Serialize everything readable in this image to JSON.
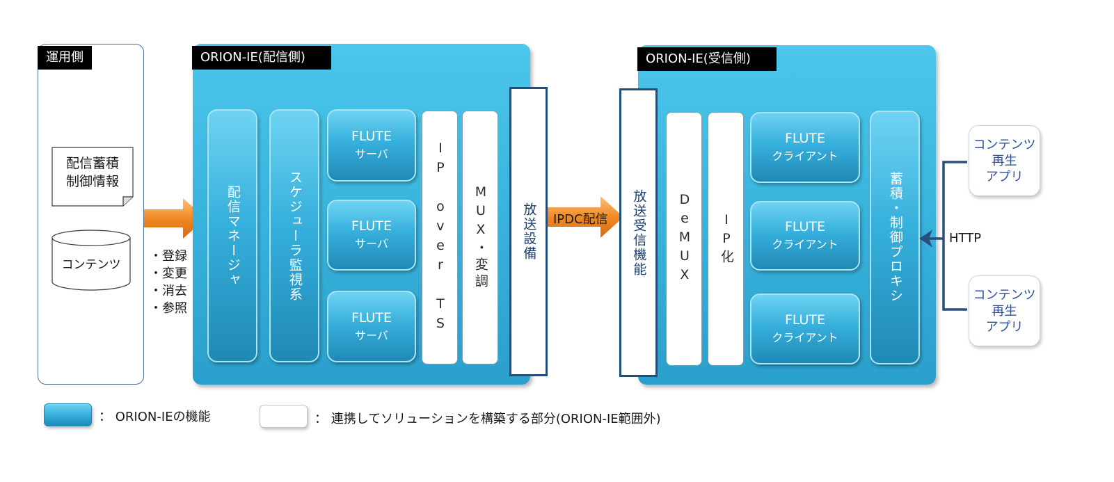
{
  "operator": {
    "title": "運用側",
    "doc_label": "配信蓄積\n制御情報",
    "content_label": "コンテンツ",
    "operations": [
      "・登録",
      "・変更",
      "・消去",
      "・参照"
    ]
  },
  "sender": {
    "title": "ORION-IE(配信側)",
    "distribution_manager": "配信マネージャ",
    "scheduler": "スケジューラ監視系",
    "flute_servers": [
      {
        "line1": "FLUTE",
        "line2": "サーバ"
      },
      {
        "line1": "FLUTE",
        "line2": "サーバ"
      },
      {
        "line1": "FLUTE",
        "line2": "サーバ"
      }
    ],
    "ip_over_ts": "IP over TS",
    "mux": "MUX・変調",
    "broadcast_equipment": "放送設備"
  },
  "link": {
    "ipdc_label": "IPDC配信",
    "http_label": "HTTP"
  },
  "receiver": {
    "title": "ORION-IE(受信側)",
    "broadcast_receiver": "放送受信機能",
    "demux": "DeMUX",
    "ip_conversion": "IP化",
    "flute_clients": [
      {
        "line1": "FLUTE",
        "line2": "クライアント"
      },
      {
        "line1": "FLUTE",
        "line2": "クライアント"
      },
      {
        "line1": "FLUTE",
        "line2": "クライアント"
      }
    ],
    "proxy": "蓄積・制御プロキシ"
  },
  "apps": [
    {
      "label": "コンテンツ\n再生\nアプリ"
    },
    {
      "label": "コンテンツ\n再生\nアプリ"
    }
  ],
  "legend": {
    "orion_function": "： ORION-IEの機能",
    "external": "： 連携してソリューションを構築する部分(ORION-IE範囲外)"
  },
  "colors": {
    "panel_blue": "#3ab6df",
    "arrow_orange": "#f08a24",
    "connector_navy": "#2a4f7c"
  }
}
